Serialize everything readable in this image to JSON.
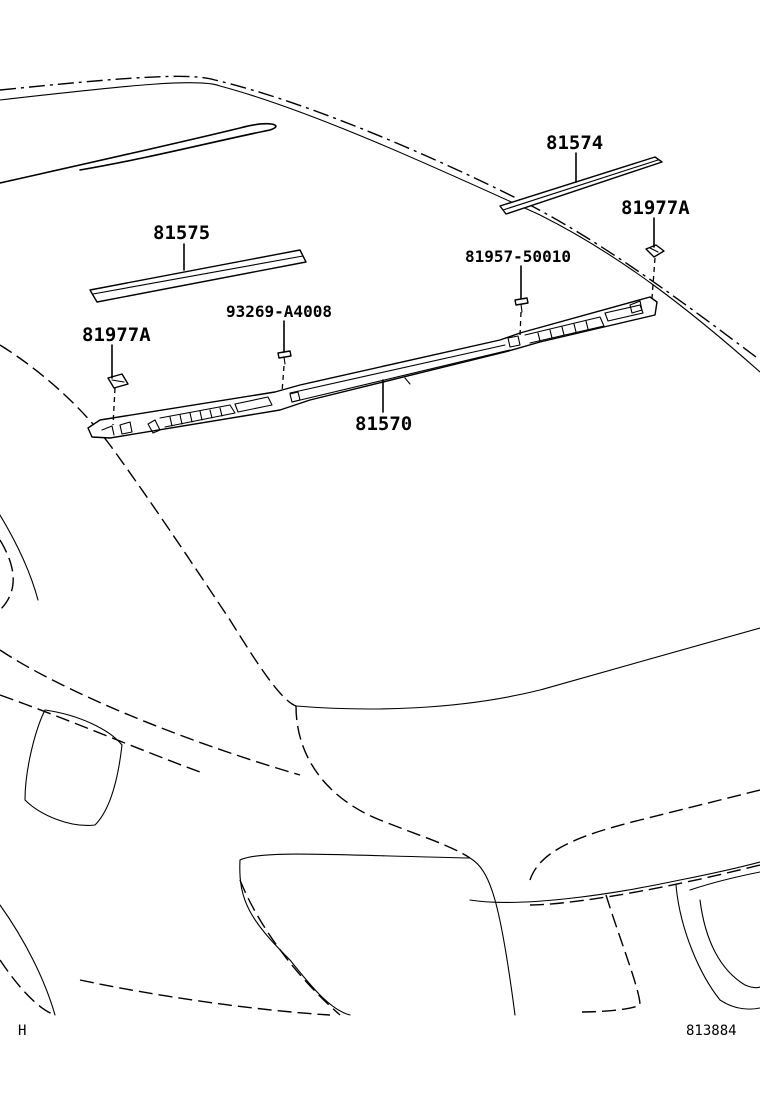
{
  "labels": {
    "p81574": "81574",
    "p81977a_right": "81977A",
    "p81575": "81575",
    "p81957": "81957-50010",
    "p93269": "93269-A4008",
    "p81977a_left": "81977A",
    "p81570": "81570"
  },
  "corner": {
    "left": "H",
    "right": "813884"
  }
}
